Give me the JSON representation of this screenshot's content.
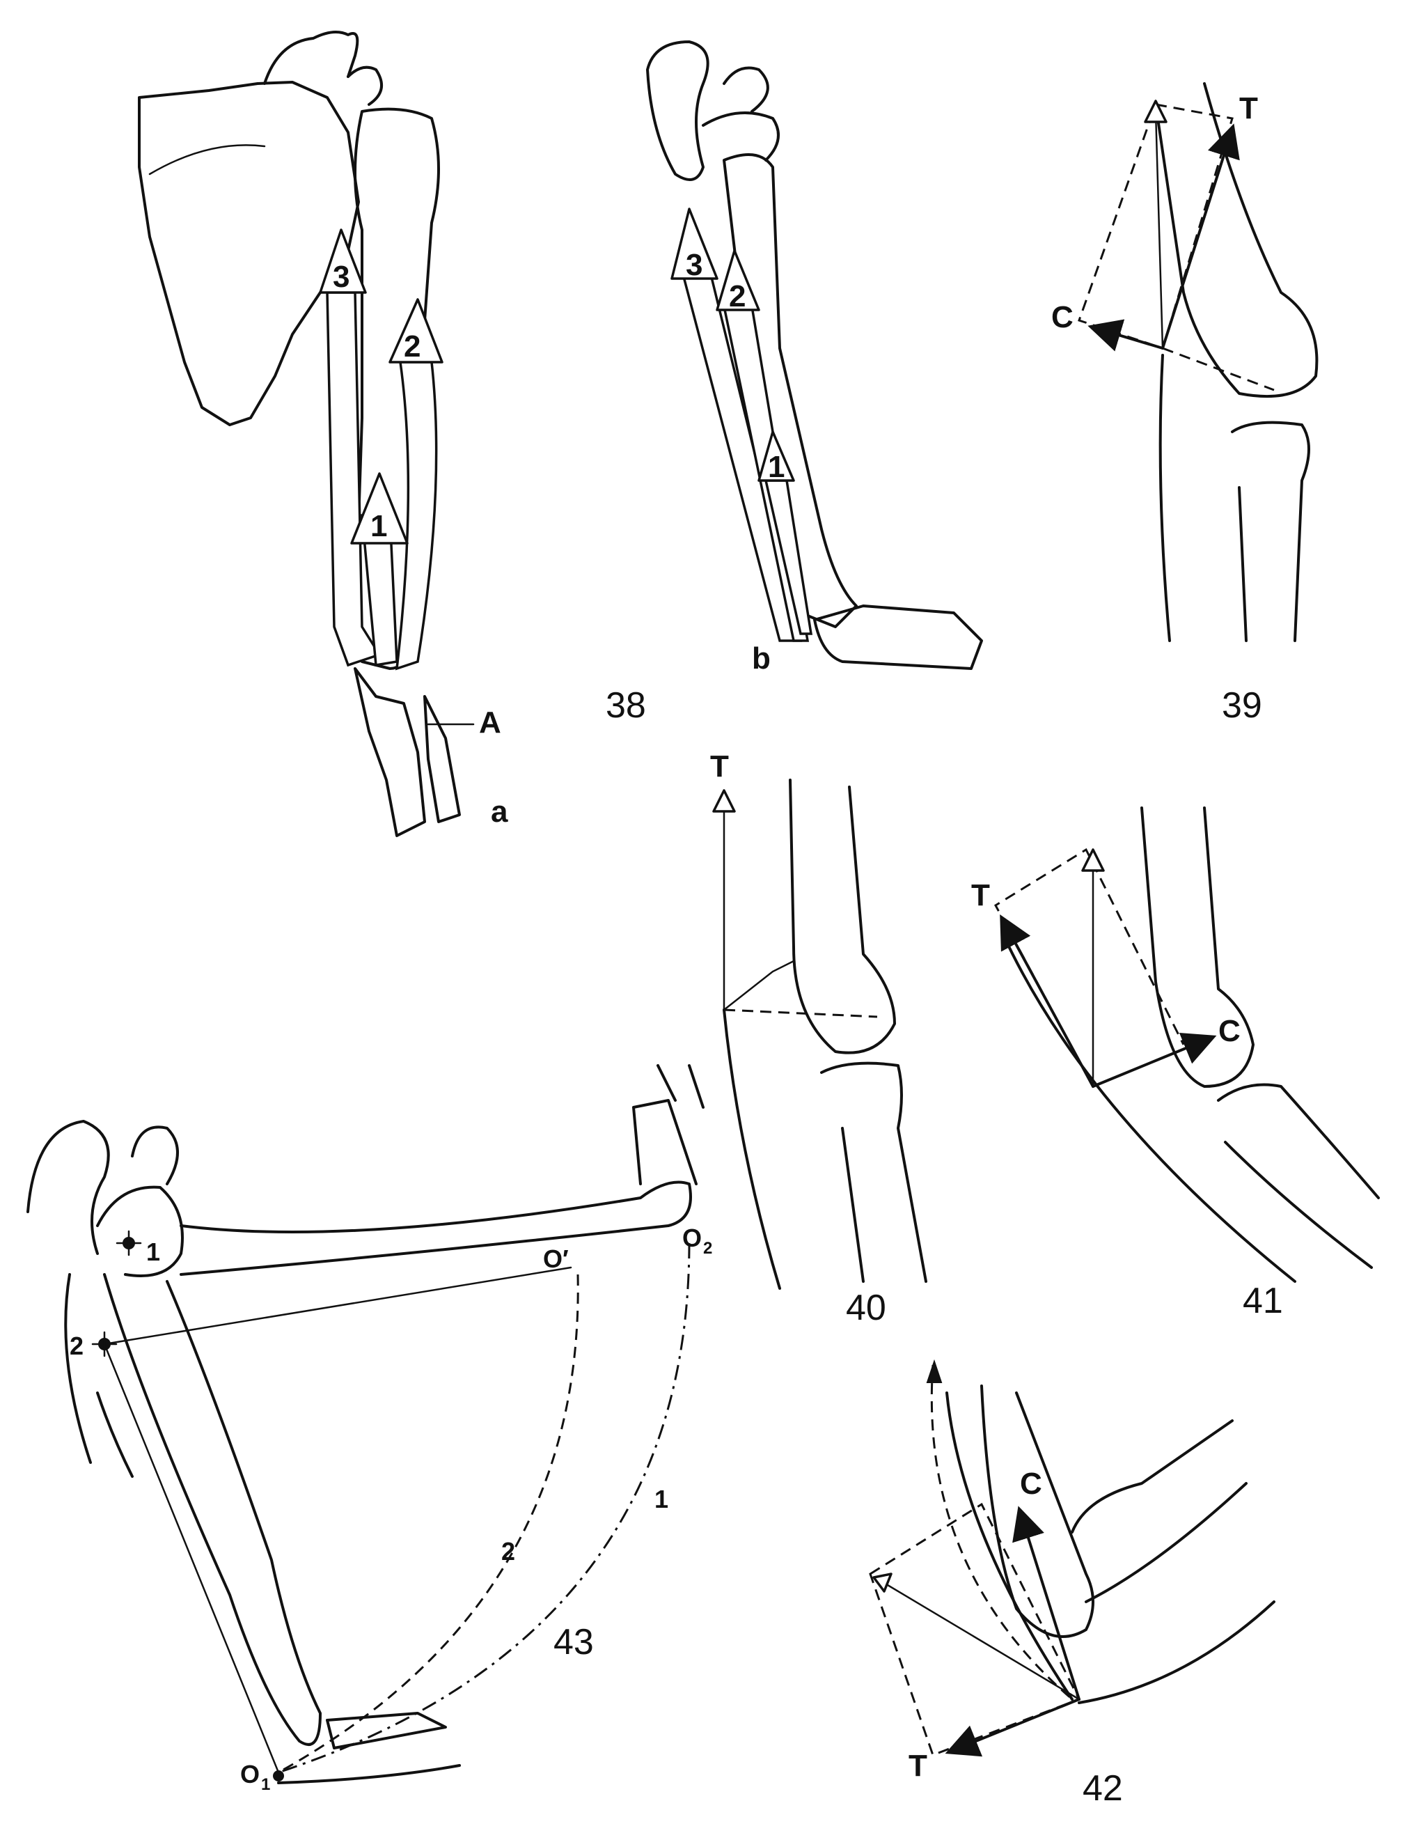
{
  "figures": {
    "f38": {
      "number": "38",
      "panel_a": "a",
      "panel_b": "b",
      "marker_A": "A",
      "arrow_1": "1",
      "arrow_2": "2",
      "arrow_3": "3"
    },
    "f39": {
      "number": "39",
      "T": "T",
      "C": "C"
    },
    "f40": {
      "number": "40",
      "T": "T"
    },
    "f41": {
      "number": "41",
      "T": "T",
      "C": "C"
    },
    "f42": {
      "number": "42",
      "T": "T",
      "C": "C"
    },
    "f43": {
      "number": "43",
      "O1": "O",
      "O1_sub": "1",
      "O2": "O",
      "O2_sub": "2",
      "O_prime": "O′",
      "point_1": "1",
      "point_2": "2",
      "arc_1": "1",
      "arc_2": "2"
    }
  },
  "colors": {
    "ink": "#111111",
    "paper": "#ffffff"
  }
}
